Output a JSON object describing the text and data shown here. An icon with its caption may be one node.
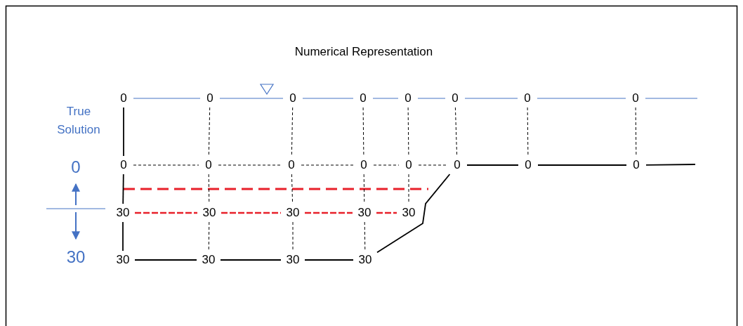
{
  "diagram": {
    "title": "Numerical Representation",
    "nodes": [
      {
        "text": [
          "0"
        ]
      },
      {
        "text": [
          "0"
        ]
      },
      {
        "text": [
          "0"
        ]
      },
      {
        "text": [
          "0"
        ]
      },
      {
        "text": [
          "0"
        ]
      },
      {
        "text": [
          "0"
        ]
      },
      {
        "text": [
          "0"
        ]
      },
      {
        "text": [
          "0"
        ]
      },
      {
        "text": [
          "0"
        ]
      },
      {
        "text": [
          "0"
        ]
      },
      {
        "text": [
          "0"
        ]
      },
      {
        "text": [
          "0"
        ]
      },
      {
        "text": [
          "0"
        ]
      },
      {
        "text": [
          "0"
        ]
      },
      {
        "text": [
          "0"
        ]
      },
      {
        "text": [
          "0"
        ]
      },
      {
        "text": [
          "30"
        ]
      },
      {
        "text": [
          "30"
        ]
      },
      {
        "text": [
          "30"
        ]
      },
      {
        "text": [
          "30"
        ]
      },
      {
        "text": [
          "30"
        ]
      },
      {
        "text": [
          "30"
        ]
      },
      {
        "text": [
          "30"
        ]
      },
      {
        "text": [
          "30"
        ]
      },
      {
        "text": [
          "30"
        ]
      }
    ],
    "edges": [
      {
        "from": 0,
        "to": 1,
        "arrow": "none",
        "color": "#4472c4"
      },
      {
        "from": 1,
        "to": 2,
        "arrow": "none",
        "color": "#4472c4"
      },
      {
        "from": 2,
        "to": 3,
        "arrow": "none",
        "color": "#4472c4"
      },
      {
        "from": 3,
        "to": 4,
        "arrow": "none",
        "color": "#4472c4"
      },
      {
        "from": 4,
        "to": 5,
        "arrow": "none",
        "color": "#4472c4"
      },
      {
        "from": 5,
        "to": 6,
        "arrow": "none",
        "color": "#4472c4"
      },
      {
        "from": 6,
        "to": 7,
        "arrow": "none",
        "color": "#4472c4"
      },
      {
        "from": 7,
        "to": null,
        "arrow": "none",
        "color": "#4472c4"
      },
      {
        "from": 0,
        "to": 8,
        "arrow": "none"
      },
      {
        "from": 1,
        "to": 9,
        "arrow": "none",
        "style": "dashed"
      },
      {
        "from": 2,
        "to": 10,
        "arrow": "none",
        "style": "dashed"
      },
      {
        "from": 3,
        "to": 11,
        "arrow": "none",
        "style": "dashed"
      },
      {
        "from": 4,
        "to": 12,
        "arrow": "none",
        "style": "dashed"
      },
      {
        "from": 5,
        "to": 13,
        "arrow": "none",
        "style": "dashed"
      },
      {
        "from": 6,
        "to": 14,
        "arrow": "none",
        "style": "dashed"
      },
      {
        "from": 7,
        "to": 15,
        "arrow": "none",
        "style": "dashed"
      },
      {
        "from": 8,
        "to": 9,
        "arrow": "none",
        "style": "dashed"
      },
      {
        "from": 9,
        "to": 10,
        "arrow": "none",
        "style": "dashed"
      },
      {
        "from": 10,
        "to": 11,
        "arrow": "none",
        "style": "dashed"
      },
      {
        "from": 11,
        "to": 12,
        "arrow": "none",
        "style": "dashed"
      },
      {
        "from": 12,
        "to": 13,
        "arrow": "none",
        "style": "dashed"
      },
      {
        "from": 13,
        "to": 14,
        "arrow": "none"
      },
      {
        "from": 14,
        "to": 15,
        "arrow": "none"
      },
      {
        "from": 15,
        "to": null,
        "arrow": "none"
      },
      {
        "from": 8,
        "to": 16,
        "arrow": "none"
      },
      {
        "from": 9,
        "to": 17,
        "arrow": "none",
        "style": "dashed"
      },
      {
        "from": 10,
        "to": 18,
        "arrow": "none",
        "style": "dashed"
      },
      {
        "from": 11,
        "to": 19,
        "arrow": "none",
        "style": "dashed"
      },
      {
        "from": 12,
        "to": 20,
        "arrow": "none",
        "style": "dashed"
      },
      {
        "from": 16,
        "to": 17,
        "arrow": "none",
        "style": "dashed",
        "color": "#e8202a"
      },
      {
        "from": 17,
        "to": 18,
        "arrow": "none",
        "style": "dashed",
        "color": "#e8202a"
      },
      {
        "from": 18,
        "to": 19,
        "arrow": "none",
        "style": "dashed",
        "color": "#e8202a"
      },
      {
        "from": 19,
        "to": 20,
        "arrow": "none",
        "style": "dashed",
        "color": "#e8202a"
      },
      {
        "from": 16,
        "to": 21,
        "arrow": "none"
      },
      {
        "from": 17,
        "to": 22,
        "arrow": "none",
        "style": "dashed"
      },
      {
        "from": 18,
        "to": 23,
        "arrow": "none",
        "style": "dashed"
      },
      {
        "from": 19,
        "to": 24,
        "arrow": "none",
        "style": "dashed"
      },
      {
        "from": 21,
        "to": 22,
        "arrow": "none"
      },
      {
        "from": 22,
        "to": 23,
        "arrow": "none"
      },
      {
        "from": 23,
        "to": 24,
        "arrow": "none"
      },
      {
        "from": 13,
        "to": 24,
        "arrow": "none"
      }
    ],
    "labels": [
      "True Solution",
      "0",
      "30"
    ]
  }
}
